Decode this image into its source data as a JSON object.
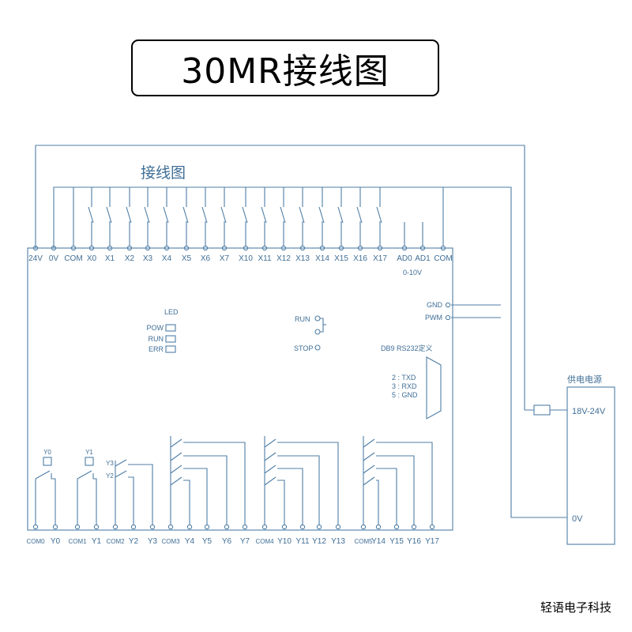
{
  "title": "30MR接线图",
  "diagram_heading": "接线图",
  "brand": "轻语电子科技",
  "colors": {
    "wire": "#4f7ea6",
    "text": "#3f6e96",
    "title_border": "#000000"
  },
  "top_terminals": [
    "24V",
    "0V",
    "COM",
    "X0",
    "X1",
    "X2",
    "X3",
    "X4",
    "X5",
    "X6",
    "X7",
    "X10",
    "X11",
    "X12",
    "X13",
    "X14",
    "X15",
    "X16",
    "X17",
    "AD0",
    "AD1",
    "COM"
  ],
  "analog_range": "0-10V",
  "bottom_terminals": [
    "COM0",
    "Y0",
    "COM1",
    "Y1",
    "COM2",
    "Y2",
    "Y3",
    "COM3",
    "Y4",
    "Y5",
    "Y6",
    "Y7",
    "COM4",
    "Y10",
    "Y11",
    "Y12",
    "Y13",
    "COM5",
    "Y14",
    "Y15",
    "Y16",
    "Y17"
  ],
  "relay_coils": [
    "Y0",
    "Y1"
  ],
  "group_labels": [
    "Y3",
    "Y2"
  ],
  "led": {
    "title": "LED",
    "items": [
      "POW",
      "RUN",
      "ERR"
    ]
  },
  "switch": {
    "run": "RUN",
    "stop": "STOP"
  },
  "comm": {
    "gnd": "GND",
    "pwm": "PWM",
    "db9_label": "DB9 RS232定义",
    "pins": [
      "2 : TXD",
      "3 : RXD",
      "5 : GND"
    ]
  },
  "power_supply": {
    "title": "供电电源",
    "input": "18V-24V",
    "zero": "0V"
  }
}
